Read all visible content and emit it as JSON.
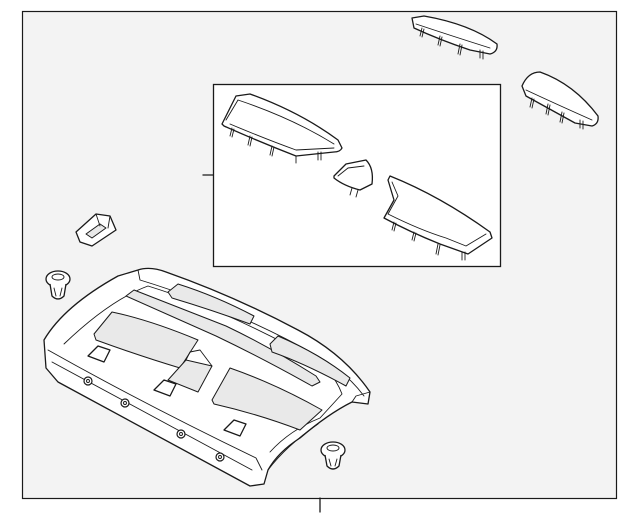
{
  "diagram": {
    "background_color": "#f3f3f3",
    "line_color": "#1a1a1a",
    "parts": [
      {
        "id": "rear-package-tray",
        "icon": "package-tray-panel"
      },
      {
        "id": "trim-cover-upper-1",
        "icon": "trim-strip"
      },
      {
        "id": "trim-cover-upper-2",
        "icon": "trim-strip"
      },
      {
        "id": "inset-left-cover",
        "icon": "cover-panel"
      },
      {
        "id": "inset-center-cap",
        "icon": "cap"
      },
      {
        "id": "inset-right-cover",
        "icon": "cover-panel"
      },
      {
        "id": "vent-grille",
        "icon": "grille-cover"
      },
      {
        "id": "retainer-clip-left",
        "icon": "push-pin-clip"
      },
      {
        "id": "retainer-clip-right",
        "icon": "push-pin-clip"
      }
    ]
  }
}
